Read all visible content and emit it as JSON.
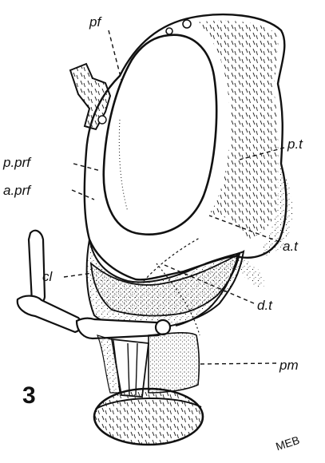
{
  "figure": {
    "number": "3",
    "signature": "MEB",
    "labels": {
      "pf": "pf",
      "pt": "p.t",
      "pprf": "p.prf",
      "aprf": "a.prf",
      "at": "a.t",
      "cl": "cl",
      "dt": "d.t",
      "pm": "pm"
    }
  }
}
